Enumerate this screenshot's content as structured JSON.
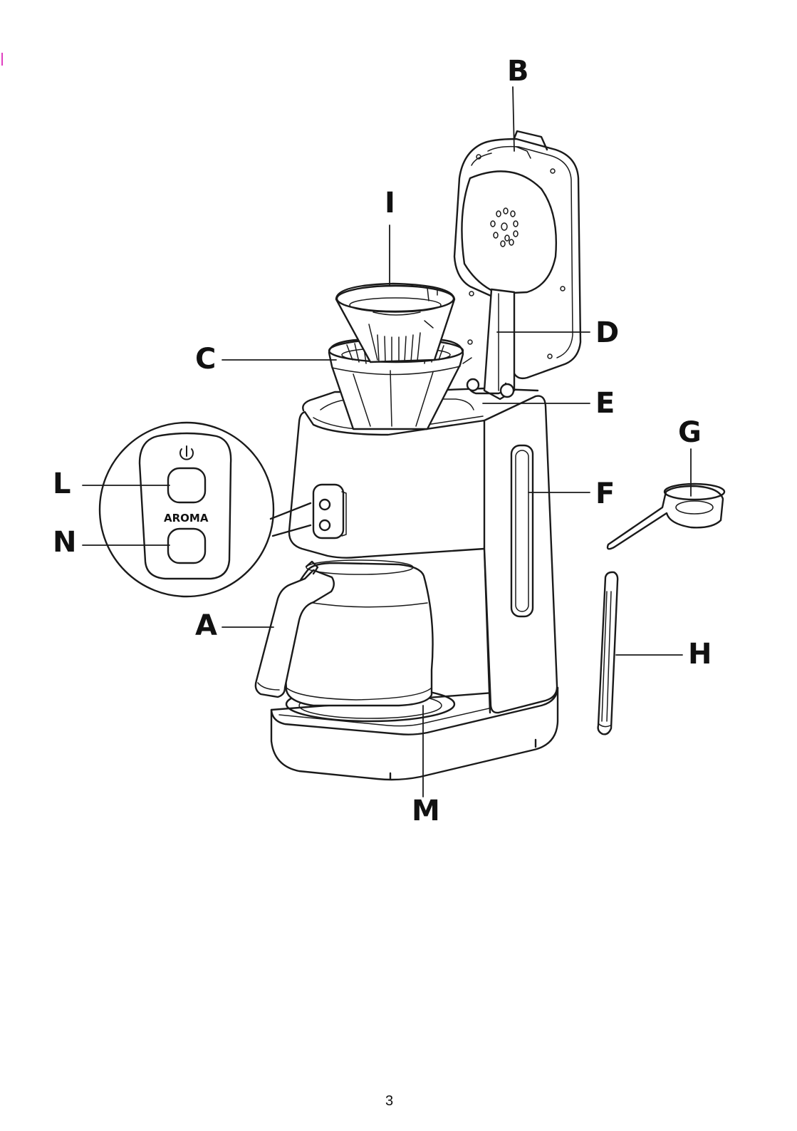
{
  "callouts": {
    "A": "A",
    "B": "B",
    "C": "C",
    "D": "D",
    "E": "E",
    "F": "F",
    "G": "G",
    "H": "H",
    "I": "I",
    "L": "L",
    "M": "M",
    "N": "N"
  },
  "control_panel": {
    "aroma_label": "AROMA",
    "power_icon": "power-icon"
  },
  "page_number": "3",
  "colors": {
    "line": "#1a1a1a",
    "background": "#ffffff",
    "margin_mark": "#e040c0"
  }
}
